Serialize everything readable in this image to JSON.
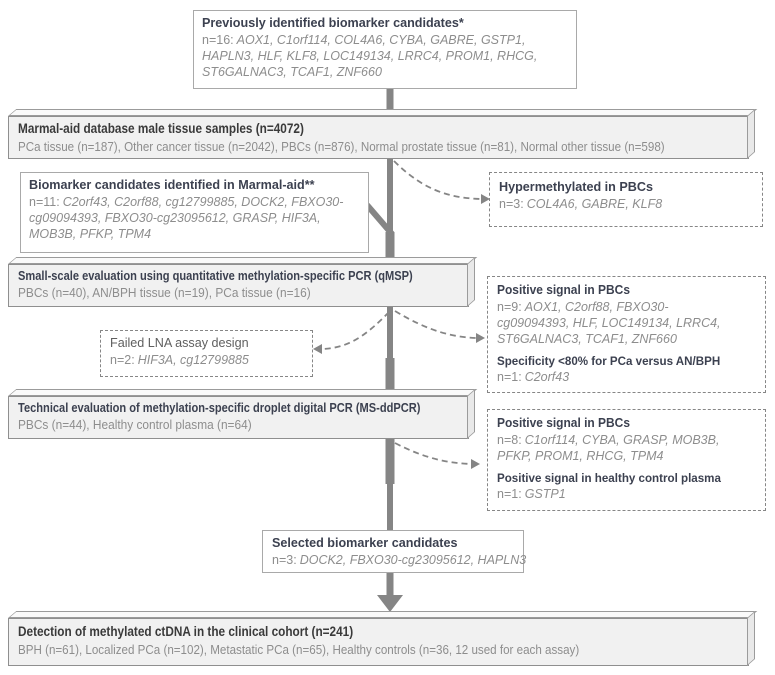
{
  "palette": {
    "connector_gray": "#858585",
    "slab_fill": "#f1f1f1",
    "title_text": "#3c4150",
    "muted_text": "#8d8d8d",
    "border_gray": "#8f8f8f"
  },
  "boxes": {
    "previous_candidates": {
      "title": "Previously identified biomarker candidates*",
      "n": "n=16:",
      "genes": "AOX1, C1orf114, COL4A6, CYBA, GABRE, GSTP1, HAPLN3, HLF, KLF8, LOC149134, LRRC4, PROM1, RHCG, ST6GALNAC3, TCAF1, ZNF660"
    },
    "marmal_database": {
      "title": "Marmal-aid database male tissue samples (n=4072)",
      "detail": "PCa tissue (n=187), Other cancer tissue (n=2042), PBCs (n=876), Normal prostate tissue (n=81), Normal other tissue (n=598)"
    },
    "marmal_candidates": {
      "title": "Biomarker candidates identified in Marmal-aid**",
      "n": "n=11:",
      "genes": "C2orf43, C2orf88, cg12799885, DOCK2, FBXO30-cg09094393, FBXO30-cg23095612, GRASP, HIF3A, MOB3B, PFKP, TPM4"
    },
    "hypermethylated": {
      "title": "Hypermethylated in PBCs",
      "n": "n=3:",
      "genes": "COL4A6, GABRE, KLF8"
    },
    "qmsp": {
      "title": "Small-scale evaluation using quantitative methylation-specific PCR (qMSP)",
      "detail": "PBCs (n=40), AN/BPH tissue (n=19), PCa tissue (n=16)"
    },
    "qmsp_results": {
      "s1_title": "Positive signal in PBCs",
      "s1_n": "n=9:",
      "s1_genes": "AOX1, C2orf88, FBXO30-cg09094393, HLF, LOC149134, LRRC4, ST6GALNAC3, TCAF1, ZNF660",
      "s2_title": "Specificity <80% for PCa versus AN/BPH",
      "s2_n": "n=1:",
      "s2_genes": "C2orf43"
    },
    "failed_lna": {
      "title": "Failed LNA assay design",
      "n": "n=2:",
      "genes": "HIF3A, cg12799885"
    },
    "ddpcr": {
      "title": "Technical evaluation of methylation-specific droplet digital PCR (MS-ddPCR)",
      "detail": "PBCs (n=44), Healthy control plasma (n=64)"
    },
    "ddpcr_results": {
      "s1_title": "Positive signal in PBCs",
      "s1_n": "n=8:",
      "s1_genes": "C1orf114, CYBA, GRASP, MOB3B, PFKP, PROM1, RHCG, TPM4",
      "s2_title": "Positive signal in healthy control plasma",
      "s2_n": "n=1:",
      "s2_genes": "GSTP1"
    },
    "selected": {
      "title": "Selected biomarker candidates",
      "n": "n=3:",
      "genes": "DOCK2, FBXO30-cg23095612, HAPLN3"
    },
    "clinical_cohort": {
      "title": "Detection of methylated ctDNA in the clinical cohort (n=241)",
      "detail": "BPH (n=61), Localized PCa (n=102), Metastatic PCa (n=65), Healthy controls (n=36, 12 used for each assay)"
    }
  }
}
